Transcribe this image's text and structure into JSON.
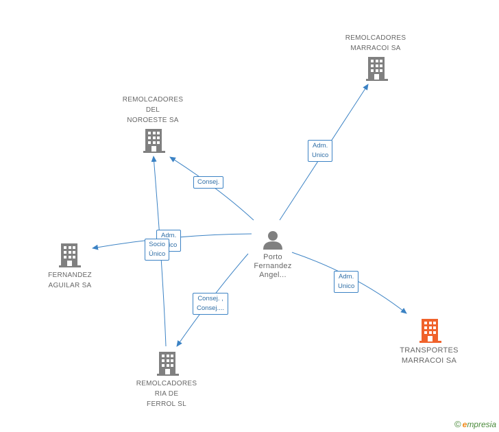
{
  "colors": {
    "edge": "#3b82c4",
    "company": "#808080",
    "company_highlight": "#f0622b",
    "person": "#808080"
  },
  "nodes": {
    "marracoi": {
      "lines": [
        "REMOLCADORES",
        "MARRACOI SA"
      ],
      "icon": "building-icon"
    },
    "noroeste": {
      "lines": [
        "REMOLCADORES",
        "DEL",
        "NOROESTE SA"
      ],
      "icon": "building-icon"
    },
    "fernandez": {
      "lines": [
        "FERNANDEZ",
        "AGUILAR SA"
      ],
      "icon": "building-icon"
    },
    "ria": {
      "lines": [
        "REMOLCADORES",
        "RIA DE",
        "FERROL  SL"
      ],
      "icon": "building-icon"
    },
    "transportes": {
      "lines": [
        "TRANSPORTES",
        "MARRACOI SA"
      ],
      "icon": "building-icon"
    },
    "person": {
      "lines": [
        "Porto",
        "Fernandez",
        "Angel..."
      ],
      "icon": "person-icon"
    }
  },
  "edge_labels": {
    "marracoi": [
      "Adm.",
      "Unico"
    ],
    "noroeste": [
      "Consej."
    ],
    "fernandez": [
      "Adm.",
      "Unico"
    ],
    "ria_socio": [
      "Socio",
      "Único"
    ],
    "ria": [
      "Consej. ,",
      "Consej...."
    ],
    "transportes": [
      "Adm.",
      "Unico"
    ]
  },
  "brand": {
    "copyright": "©",
    "e": "e",
    "name": "mpresia"
  }
}
